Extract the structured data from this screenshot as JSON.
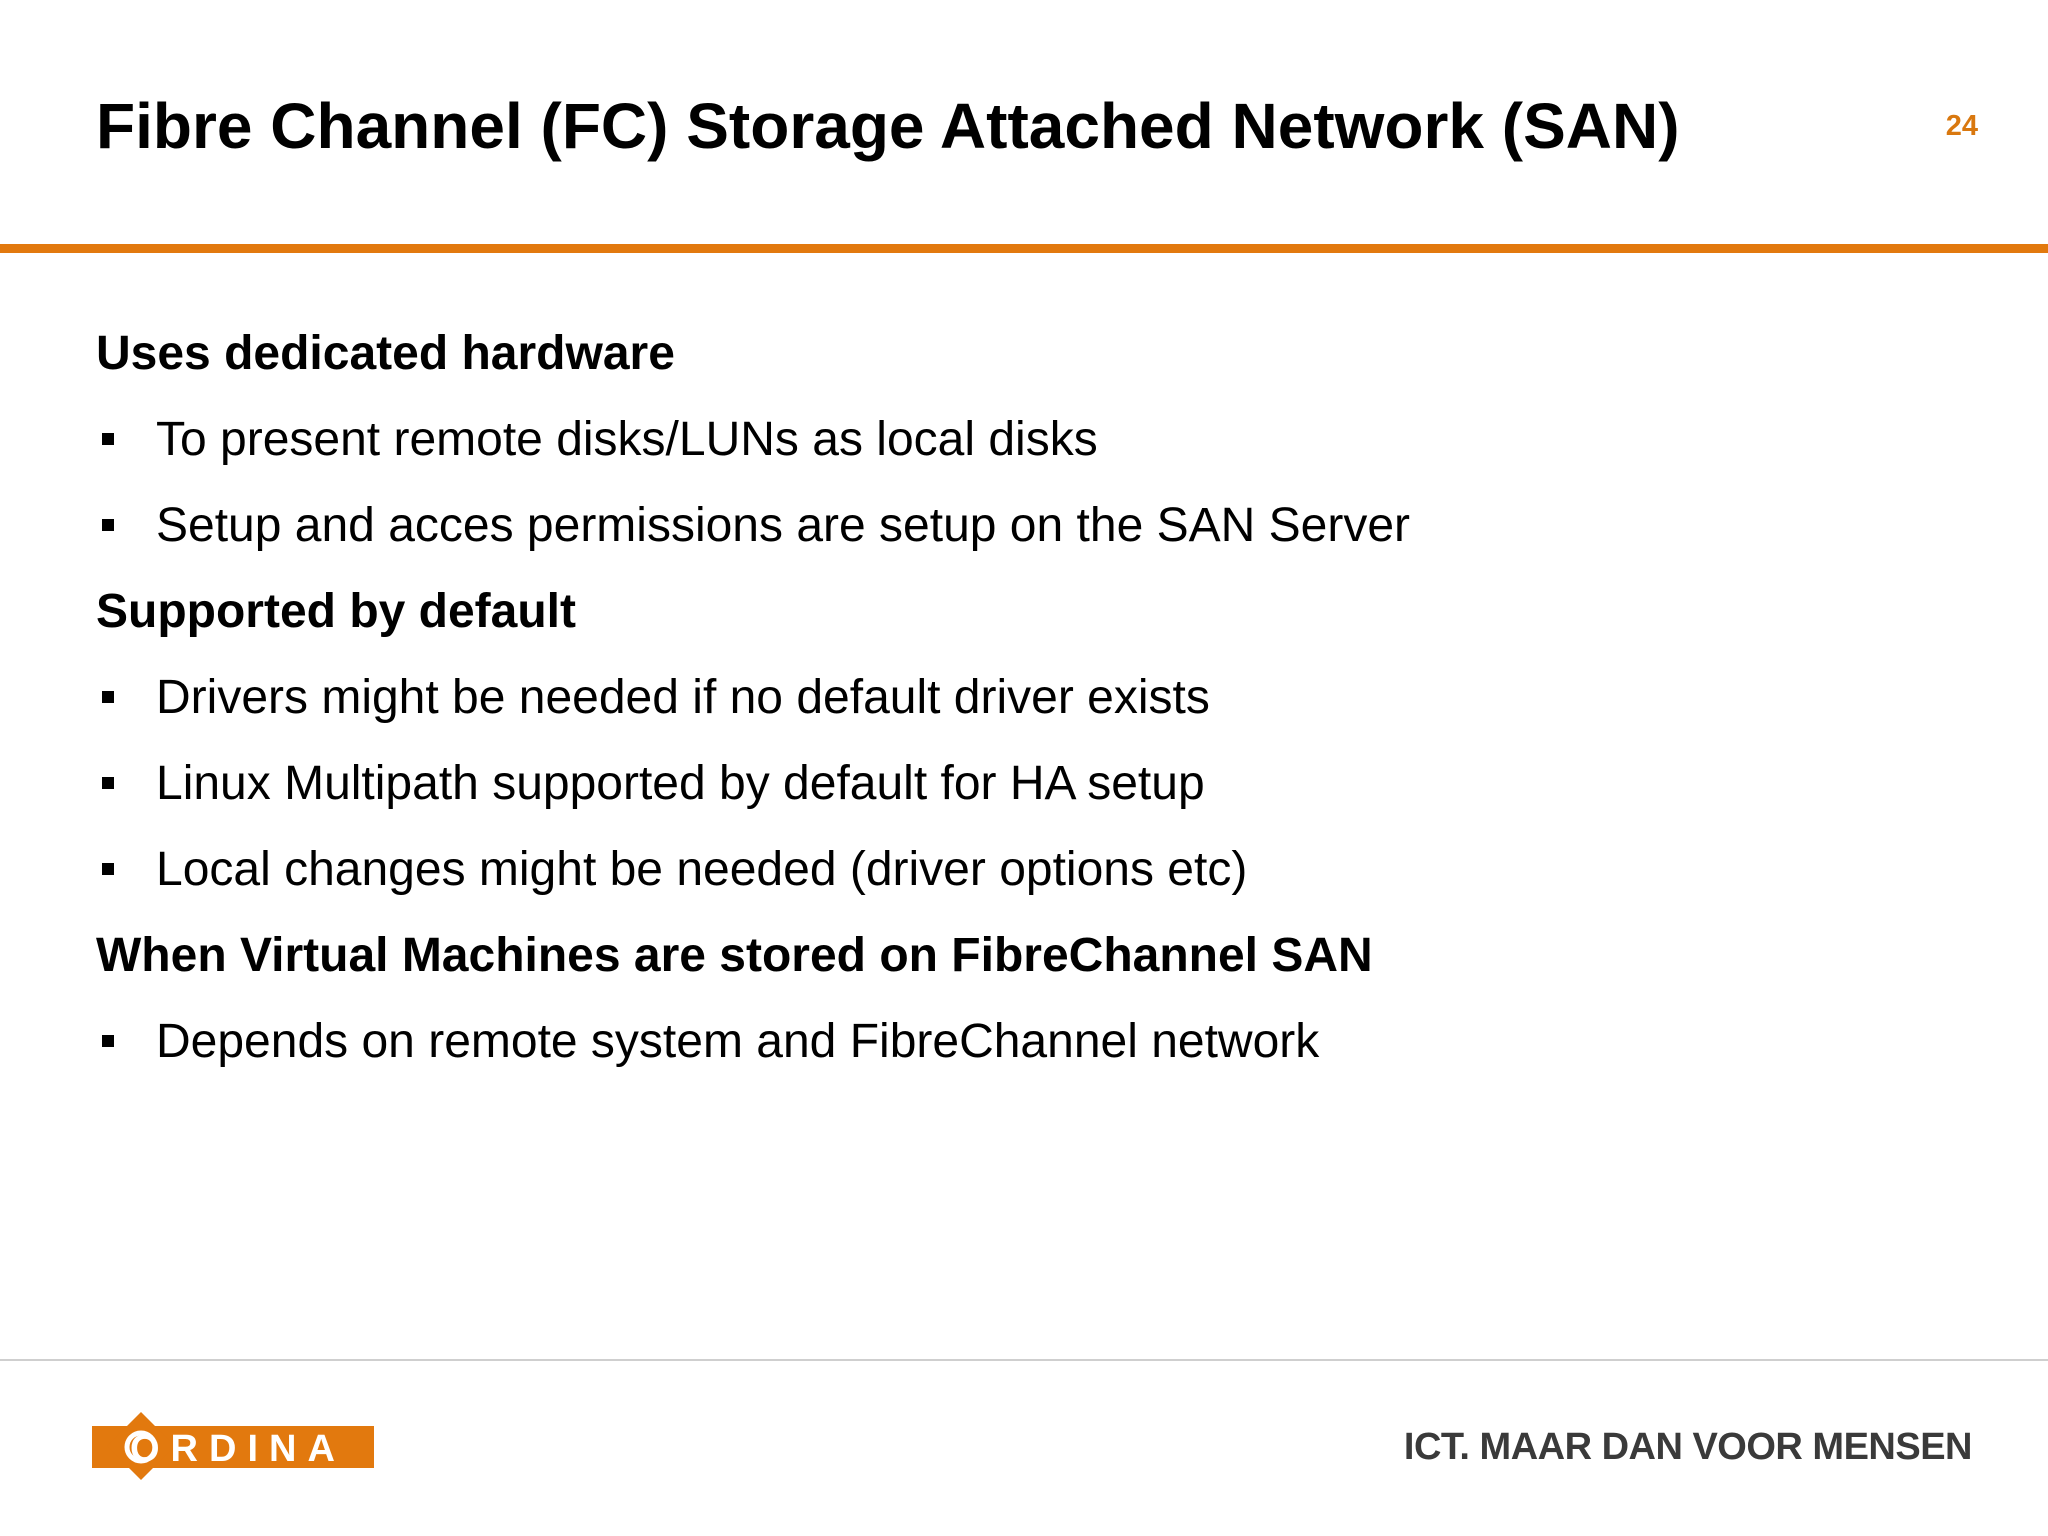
{
  "slide": {
    "title": "Fibre Channel (FC) Storage Attached Network (SAN)",
    "page_number": "24"
  },
  "content": {
    "sections": [
      {
        "heading": "Uses dedicated hardware",
        "bullets": [
          "To present remote disks/LUNs as local disks",
          "Setup and acces permissions are setup on the SAN Server"
        ]
      },
      {
        "heading": "Supported by default",
        "bullets": [
          "Drivers might be needed if no default driver exists",
          "Linux Multipath supported by default for HA setup",
          "Local changes might be needed (driver options etc)"
        ]
      },
      {
        "heading": "When Virtual Machines are stored on FibreChannel SAN",
        "bullets": [
          "Depends on remote system and FibreChannel network"
        ]
      }
    ]
  },
  "footer": {
    "logo_text": "ORDINA",
    "tagline": "ICT. MAAR DAN VOOR MENSEN"
  },
  "colors": {
    "accent": "#E2790E",
    "page_number": "#D9780F",
    "footer_rule": "#CFCFCF",
    "tagline": "#3A3A3A",
    "text": "#000000"
  }
}
